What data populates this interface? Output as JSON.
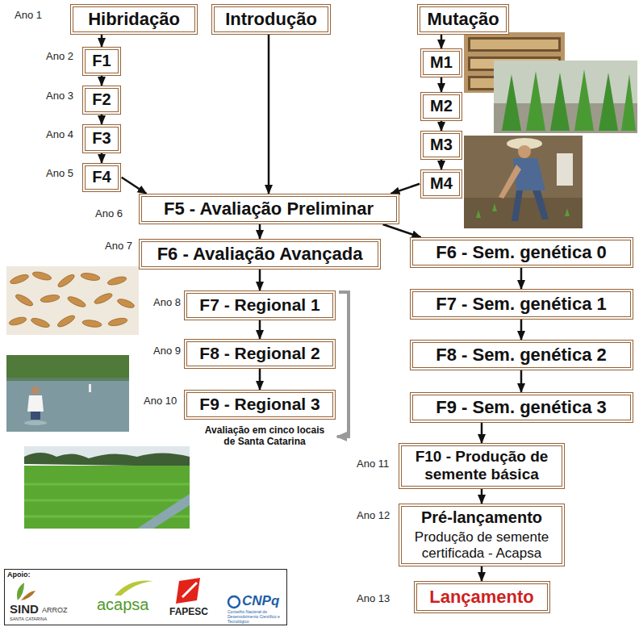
{
  "diagram": {
    "nodes": [
      {
        "text": [
          "Hibridação"
        ]
      },
      {
        "text": [
          "Introdução"
        ]
      },
      {
        "text": [
          "Mutação"
        ]
      },
      {
        "text": [
          "F1"
        ]
      },
      {
        "text": [
          "M1"
        ]
      },
      {
        "text": [
          "F2"
        ]
      },
      {
        "text": [
          "M2"
        ]
      },
      {
        "text": [
          "F3"
        ]
      },
      {
        "text": [
          "M3"
        ]
      },
      {
        "text": [
          "F4"
        ]
      },
      {
        "text": [
          "M4"
        ]
      },
      {
        "text": [
          "F5 - Avaliação Preliminar"
        ]
      },
      {
        "text": [
          "F6 - Avaliação Avançada"
        ]
      },
      {
        "text": [
          "F6 - Sem. genética 0"
        ]
      },
      {
        "text": [
          "F7 - Regional 1"
        ]
      },
      {
        "text": [
          "F7 - Sem. genética 1"
        ]
      },
      {
        "text": [
          "F8 - Regional 2"
        ]
      },
      {
        "text": [
          "F8 - Sem. genética 2"
        ]
      },
      {
        "text": [
          "F9 - Regional 3"
        ]
      },
      {
        "text": [
          "F9 - Sem. genética 3"
        ]
      },
      {
        "text": [
          "F10 - Produção de semente básica"
        ]
      },
      {
        "text": [
          "Pré-lançamento",
          "Produção de semente certificada - Acapsa"
        ]
      },
      {
        "text": [
          "Lançamento"
        ]
      }
    ],
    "edges": [
      {
        "from": 0,
        "to": 3,
        "arrow": "to"
      },
      {
        "from": 3,
        "to": 5,
        "arrow": "to"
      },
      {
        "from": 5,
        "to": 7,
        "arrow": "to"
      },
      {
        "from": 7,
        "to": 9,
        "arrow": "to"
      },
      {
        "from": 9,
        "to": 11,
        "arrow": "to"
      },
      {
        "from": 1,
        "to": 11,
        "arrow": "to"
      },
      {
        "from": 2,
        "to": 4,
        "arrow": "to"
      },
      {
        "from": 4,
        "to": 6,
        "arrow": "to"
      },
      {
        "from": 6,
        "to": 8,
        "arrow": "to"
      },
      {
        "from": 8,
        "to": 10,
        "arrow": "to"
      },
      {
        "from": 10,
        "to": 11,
        "arrow": "to"
      },
      {
        "from": 11,
        "to": 12,
        "arrow": "to"
      },
      {
        "from": 11,
        "to": 13,
        "arrow": "to"
      },
      {
        "from": 12,
        "to": 14,
        "arrow": "to"
      },
      {
        "from": 14,
        "to": 16,
        "arrow": "to"
      },
      {
        "from": 16,
        "to": 18,
        "arrow": "to"
      },
      {
        "from": 13,
        "to": 15,
        "arrow": "to"
      },
      {
        "from": 15,
        "to": 17,
        "arrow": "to"
      },
      {
        "from": 17,
        "to": 19,
        "arrow": "to"
      },
      {
        "from": 19,
        "to": 20,
        "arrow": "to"
      },
      {
        "from": 20,
        "to": 21,
        "arrow": "to"
      },
      {
        "from": 21,
        "to": 22,
        "arrow": "to"
      }
    ],
    "labels": [
      "Ano 1",
      "Ano 2",
      "Ano 3",
      "Ano 4",
      "Ano 5",
      "Ano 6",
      "Ano 7",
      "Ano 8",
      "Ano 9",
      "Ano 10",
      "Ano 11",
      "Ano 12",
      "Ano 13",
      "Avaliação em cinco locais de Santa Catarina",
      "Apoio:",
      "SIND",
      "ARROZ",
      "SANTA CATARINA",
      "acapsa",
      "FAPESC",
      "CNPq",
      "Conselho Nacional de Desenvolvimento Científico e Tecnológico"
    ]
  }
}
